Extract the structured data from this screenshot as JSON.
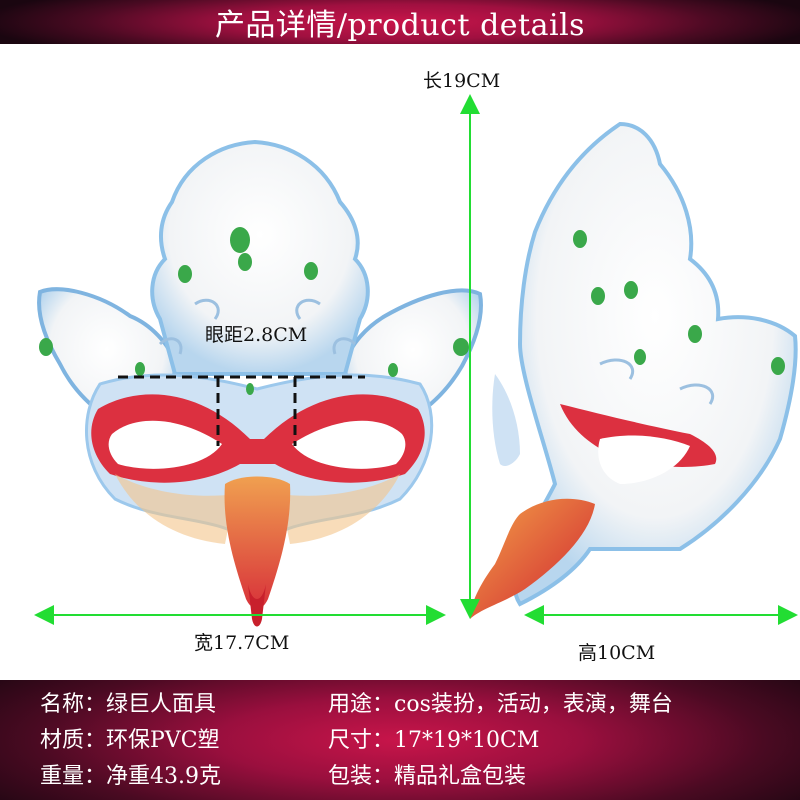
{
  "header": {
    "title": "产品详情/product details"
  },
  "dimensions": {
    "length": "长19CM",
    "eye_distance": "眼距2.8CM",
    "width": "宽17.7CM",
    "height": "高10CM"
  },
  "specs": {
    "name": "名称：绿巨人面具",
    "usage": "用途：cos装扮，活动，表演，舞台",
    "material": "材质：环保PVC塑",
    "size": "尺寸：17*19*10CM",
    "weight": "重量：净重43.9克",
    "packaging": "包装：精品礼盒包装"
  },
  "colors": {
    "header_accent": "#c8154a",
    "arrow_green": "#22dd33",
    "mask_red": "#d82a38",
    "mask_blue": "#9cc8ec"
  }
}
